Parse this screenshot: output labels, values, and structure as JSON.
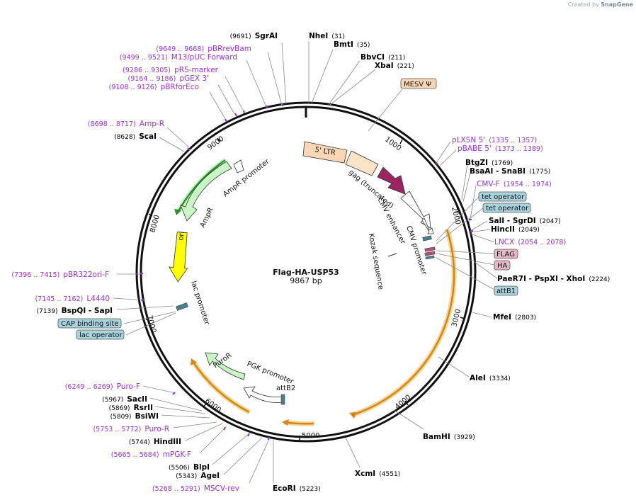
{
  "branding": {
    "created_by": "Created by",
    "app": "SnapGene"
  },
  "map": {
    "name": "Flag-HA-USP53",
    "length_label": "9867 bp",
    "total_bp": 9867,
    "ticks": [
      "1000",
      "2000",
      "3000",
      "4000",
      "5000",
      "6000",
      "7000",
      "8000",
      "9000"
    ]
  },
  "colors": {
    "primer": "#9b30d9",
    "site": "#000000",
    "line": "#777777",
    "backbone": "#111111"
  },
  "features": [
    {
      "label": "5' LTR",
      "fill": "#f9d7b5",
      "kind": "box"
    },
    {
      "label": "gag (truncated)",
      "fill": "#fbe3c8",
      "kind": "box"
    },
    {
      "label": "",
      "fill": "#9b2560",
      "kind": "arrow"
    },
    {
      "label": "CMV enhancer",
      "fill": "#ffffff",
      "kind": "arrow"
    },
    {
      "label": "CMV promoter",
      "fill": "#ffffff",
      "kind": "arrow"
    },
    {
      "label": "Kozak sequence",
      "fill": "#ffffff",
      "kind": "line"
    },
    {
      "label": "AmpR promoter",
      "fill": "#ffffff",
      "kind": "arrow"
    },
    {
      "label": "AmpR",
      "fill": "#c8f7c4",
      "kind": "arrow"
    },
    {
      "label": "ori",
      "fill": "#ffff00",
      "kind": "arrow"
    },
    {
      "label": "lac promoter",
      "fill": "#ffffff",
      "kind": "arrow"
    },
    {
      "label": "PGK promoter",
      "fill": "#ffffff",
      "kind": "arrow"
    },
    {
      "label": "PuroR",
      "fill": "#c8f7c4",
      "kind": "arrow"
    },
    {
      "label": "attB2",
      "fill": "#ffffff",
      "kind": "line"
    }
  ],
  "boxed_labels": [
    {
      "text": "MESV Ψ",
      "fill": "#f9d7b5"
    },
    {
      "text": "tet operator",
      "fill": "#a9d3dd"
    },
    {
      "text": "tet operator",
      "fill": "#a9d3dd"
    },
    {
      "text": "FLAG",
      "fill": "#e6b7c8"
    },
    {
      "text": "HA",
      "fill": "#e6b7c8"
    },
    {
      "text": "attB1",
      "fill": "#a9d3dd"
    },
    {
      "text": "CAP binding site",
      "fill": "#a9d3dd"
    },
    {
      "text": "lac operator",
      "fill": "#a9d3dd"
    }
  ],
  "sites": [
    {
      "name": "SgrAI",
      "pos": "(9691)",
      "type": "site"
    },
    {
      "name": "NheI",
      "pos": "(31)",
      "type": "site"
    },
    {
      "name": "BmtI",
      "pos": "(35)",
      "type": "site"
    },
    {
      "name": "BbvCI",
      "pos": "(211)",
      "type": "site"
    },
    {
      "name": "XbaI",
      "pos": "(221)",
      "type": "site"
    },
    {
      "name": "pBRrevBam",
      "pos": "(9649 .. 9668)",
      "type": "primer"
    },
    {
      "name": "M13/pUC Forward",
      "pos": "(9499 .. 9521)",
      "type": "primer"
    },
    {
      "name": "pRS-marker",
      "pos": "(9286 .. 9305)",
      "type": "primer"
    },
    {
      "name": "pGEX 3'",
      "pos": "(9164 .. 9186)",
      "type": "primer"
    },
    {
      "name": "pBRforEco",
      "pos": "(9108 .. 9126)",
      "type": "primer"
    },
    {
      "name": "Amp-R",
      "pos": "(8698 .. 8717)",
      "type": "primer"
    },
    {
      "name": "ScaI",
      "pos": "(8628)",
      "type": "site"
    },
    {
      "name": "pLXSN 5'",
      "pos": "(1335 .. 1357)",
      "type": "primer"
    },
    {
      "name": "pBABE 5'",
      "pos": "(1373 .. 1389)",
      "type": "primer"
    },
    {
      "name": "BtgZI",
      "pos": "(1769)",
      "type": "site"
    },
    {
      "name": "BsaAI - SnaBI",
      "pos": "(1775)",
      "type": "site"
    },
    {
      "name": "CMV-F",
      "pos": "(1954 .. 1974)",
      "type": "primer"
    },
    {
      "name": "SalI - SgrDI",
      "pos": "(2047)",
      "type": "site"
    },
    {
      "name": "HincII",
      "pos": "(2049)",
      "type": "site"
    },
    {
      "name": "LNCX",
      "pos": "(2054 .. 2078)",
      "type": "primer"
    },
    {
      "name": "PaeR7I - PspXI - XhoI",
      "pos": "(2224)",
      "type": "site"
    },
    {
      "name": "MfeI",
      "pos": "(2803)",
      "type": "site"
    },
    {
      "name": "AleI",
      "pos": "(3334)",
      "type": "site"
    },
    {
      "name": "BamHI",
      "pos": "(3929)",
      "type": "site"
    },
    {
      "name": "XcmI",
      "pos": "(4551)",
      "type": "site"
    },
    {
      "name": "EcoRI",
      "pos": "(5223)",
      "type": "site"
    },
    {
      "name": "MSCV-rev",
      "pos": "(5268 .. 5291)",
      "type": "primer"
    },
    {
      "name": "AgeI",
      "pos": "(5343)",
      "type": "site"
    },
    {
      "name": "BlpI",
      "pos": "(5506)",
      "type": "site"
    },
    {
      "name": "mPGK-F",
      "pos": "(5665 .. 5684)",
      "type": "primer"
    },
    {
      "name": "HindIII",
      "pos": "(5744)",
      "type": "site"
    },
    {
      "name": "Puro-R",
      "pos": "(5753 .. 5772)",
      "type": "primer"
    },
    {
      "name": "BsiWI",
      "pos": "(5809)",
      "type": "site"
    },
    {
      "name": "RsrII",
      "pos": "(5869)",
      "type": "site"
    },
    {
      "name": "SacII",
      "pos": "(5967)",
      "type": "site"
    },
    {
      "name": "Puro-F",
      "pos": "(6249 .. 6269)",
      "type": "primer"
    },
    {
      "name": "BspQI - SapI",
      "pos": "(7139)",
      "type": "site"
    },
    {
      "name": "L4440",
      "pos": "(7145 .. 7162)",
      "type": "primer"
    },
    {
      "name": "pBR322ori-F",
      "pos": "(7396 .. 7415)",
      "type": "primer"
    }
  ]
}
